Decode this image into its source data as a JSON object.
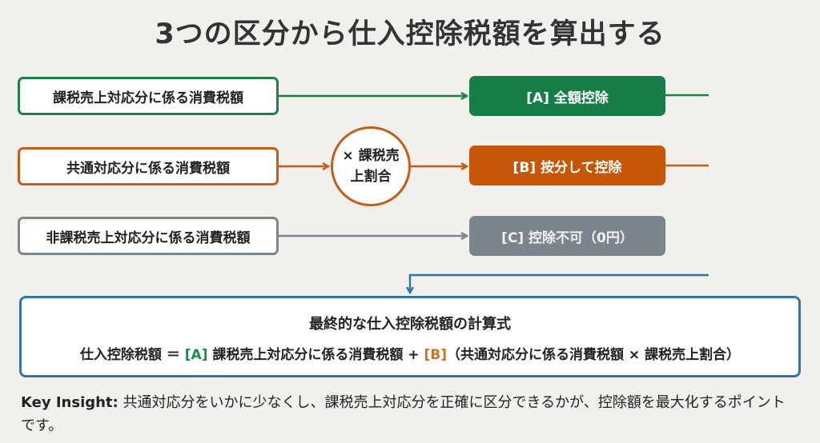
{
  "title": "3つの区分から仕入控除税額を算出する",
  "sources": [
    {
      "label": "課税売上対応分に係る消費税額",
      "color": "#1f7f46"
    },
    {
      "label": "共通対応分に係る消費税額",
      "color": "#c45d17"
    },
    {
      "label": "非課税売上対応分に係る消費税額",
      "color": "#7d848b"
    }
  ],
  "multiplier": {
    "line1": "× 課税売",
    "line2": "上割合"
  },
  "results": [
    {
      "label": "[A] 全額控除",
      "color": "#177d47"
    },
    {
      "label": "[B] 按分して控除",
      "color": "#c85608"
    },
    {
      "label": "[C] 控除不可（0円）",
      "color": "#7c848d"
    }
  ],
  "formula": {
    "title": "最終的な仕入控除税額の計算式",
    "lhs": "仕入控除税額 ＝ ",
    "tag_a": "[A]",
    "part_a": " 課税売上対応分に係る消費税額 + ",
    "tag_b": "[B]",
    "part_b": "（共通対応分に係る消費税額 × 課税売上割合）",
    "border_color": "#2f78a6"
  },
  "insight": {
    "key": "Key Insight:",
    "text": " 共通対応分をいかに少なくし、課税売上対応分を正確に区分できるかが、控除額を最大化するポイントです。"
  }
}
